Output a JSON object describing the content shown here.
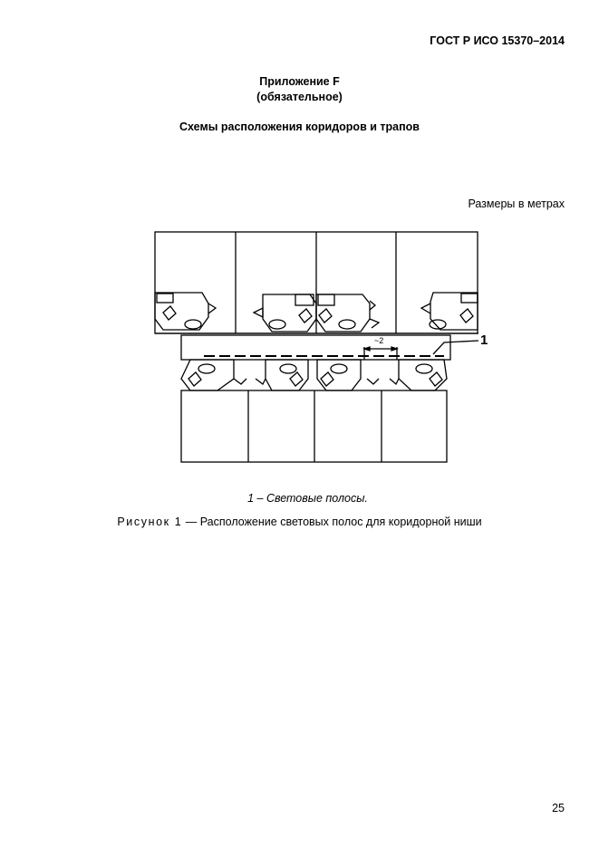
{
  "header": {
    "standard": "ГОСТ Р ИСО 15370–2014"
  },
  "annex": {
    "title": "Приложение F",
    "status": "(обязательное)"
  },
  "section_title": "Схемы расположения коридоров и трапов",
  "dimensions_note": "Размеры в метрах",
  "figure": {
    "callout": "1",
    "dim_label": "~2",
    "legend": "1 – Световые полосы.",
    "caption_prefix": "Рисунок 1",
    "caption_text": " — Расположение световых полос для коридорной ниши"
  },
  "page_number": "25"
}
